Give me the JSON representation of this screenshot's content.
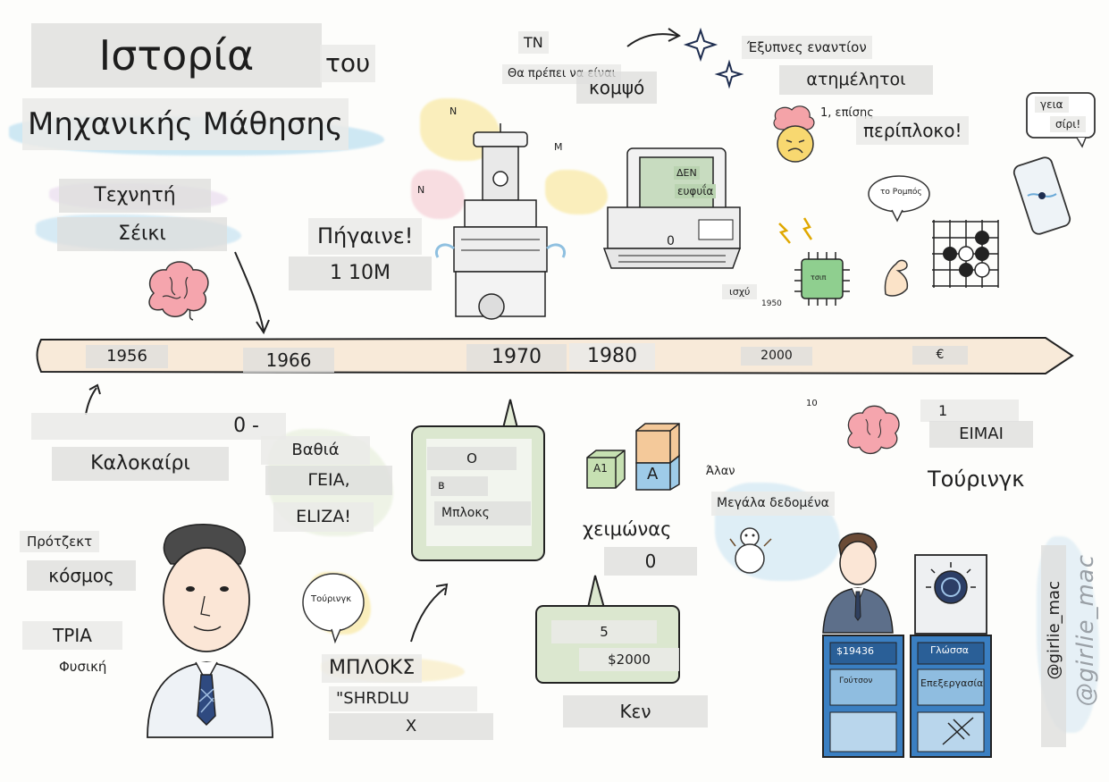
{
  "title": {
    "line1": "Ιστορία",
    "line2": "του",
    "line3": "Μηχανικής Μάθησης"
  },
  "top": {
    "ai_1": "Τεχνητή",
    "ai_2": "Σέικι",
    "go": "Πήγαινε!",
    "go_sub": "1 10M",
    "tn": "TN",
    "should_be": "Θα πρέπει να είναι",
    "kompso": "κομψό",
    "woke_against": "Έξυπνες εναντίον",
    "neat": "ατημέλητοι",
    "also": "1, επίσης",
    "complex": "περίπλοκο!",
    "hello_1": "γεια",
    "hello_2": "σίρι!",
    "romposs": "το Ρομπός",
    "screen_1": "ΔΕΝ",
    "screen_2": "ευφυΐα",
    "computer_zero": "0",
    "chip_small": "ισχύ",
    "chip_year": "1950",
    "chip_label": "τσιπ",
    "n_marks": [
      "N",
      "M",
      "N"
    ]
  },
  "timeline": {
    "years": [
      "1956",
      "1966",
      "1970",
      "1980",
      "2000",
      "€"
    ]
  },
  "bottom": {
    "zero_dash": "0 -",
    "summer": "Καλοκαίρι",
    "deep": "Βαθιά",
    "hello_eliza_1": "ΓΕΙΑ,",
    "hello_eliza_2": "ELIZA!",
    "project": "Πρότζεκτ",
    "world": "κόσμος",
    "three": "ΤΡΙΑ",
    "physics": "Φυσική",
    "turing_bubble": "Τούρινγκ",
    "blocks": "ΜΠΛΟΚΣ",
    "shrdlu": "\"SHRDLU",
    "x": "X",
    "board_o": "O",
    "board_b": "в",
    "board_blocks": "Μπλοκς",
    "cube_a1": "A1",
    "cube_a": "A",
    "winter": "χειμώνας",
    "winter_zero": "0",
    "ken_five": "5",
    "ken_money": "$2000",
    "ken": "Κεν",
    "alan": "Άλαν",
    "big_data": "Μεγάλα δεδομένα",
    "ten": "10",
    "one": "1",
    "eimai": "ΕΙΜΑΙ",
    "turing": "Τούρινγκ",
    "podium_money": "$19436",
    "podium_name": "Γούτσον",
    "podium_language": "Γλώσσα",
    "podium_processing": "Επεξεργασία",
    "handle": "@girlie_mac",
    "handle_stamp": "@girlie_mac"
  },
  "colors": {
    "blue_wash": "#a9d7ee",
    "pink_wash": "#f4b6c2",
    "yellow_wash": "#f8e38a",
    "green_wash": "#bfe0b0",
    "timeline_fill": "#f8ead9",
    "brain": "#f5a5ad"
  }
}
